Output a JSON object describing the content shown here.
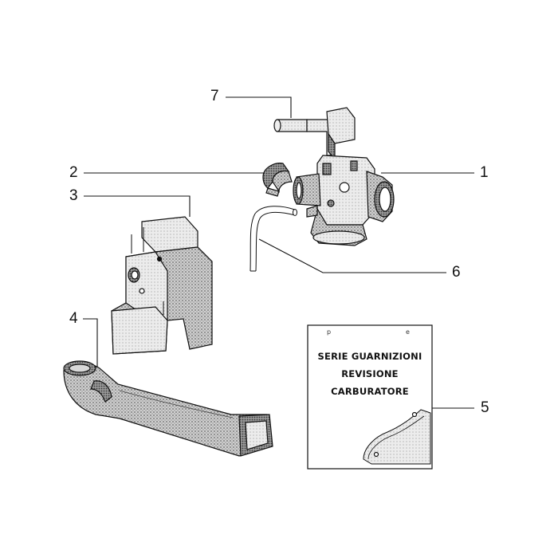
{
  "callouts": [
    {
      "id": "1",
      "part": "carburettor"
    },
    {
      "id": "2",
      "part": "hose-clamp"
    },
    {
      "id": "3",
      "part": "heat-shield-bracket"
    },
    {
      "id": "4",
      "part": "intake-duct"
    },
    {
      "id": "5",
      "part": "gasket-kit"
    },
    {
      "id": "6",
      "part": "fuel-hose"
    },
    {
      "id": "7",
      "part": "choke-cable"
    }
  ],
  "gasket_kit": {
    "line1": "SERIE GUARNIZIONI",
    "line2": "REVISIONE",
    "line3": "CARBURATORE",
    "mark_left": "p",
    "mark_right": "e"
  },
  "colors": {
    "ink": "#111111",
    "stipple": "#8a8a8a",
    "background": "#ffffff"
  }
}
